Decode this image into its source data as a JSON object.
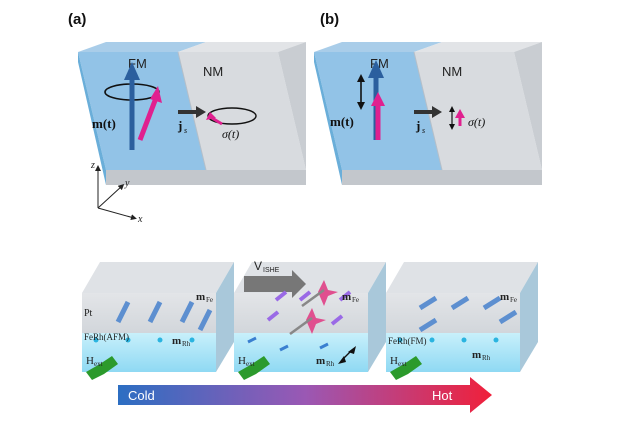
{
  "top": {
    "panel_a": {
      "label": "(a)",
      "fm_label": "FM",
      "nm_label": "NM",
      "m_label": "m(t)",
      "js_label": "j",
      "js_sub": "s",
      "sigma_label": "σ(t)"
    },
    "panel_b": {
      "label": "(b)",
      "fm_label": "FM",
      "nm_label": "NM",
      "m_label": "m(t)",
      "js_label": "j",
      "js_sub": "s",
      "sigma_label": "σ(t)"
    },
    "axes": {
      "z": "z",
      "y": "y",
      "x": "x"
    }
  },
  "bottom": {
    "slab_left": {
      "pt_label": "Pt",
      "ferh_label": "FeRh(AFM)",
      "m_fe_main": "m",
      "m_fe_sub": "Fe",
      "m_rh_main": "m",
      "m_rh_sub": "Rh",
      "h_main": "H",
      "h_sub": "ext"
    },
    "slab_middle": {
      "v_main": "V",
      "v_sub": "ISHE",
      "m_fe_main": "m",
      "m_fe_sub": "Fe",
      "m_rh_main": "m",
      "m_rh_sub": "Rh",
      "h_main": "H",
      "h_sub": "ext"
    },
    "slab_right": {
      "ferh_label": "FeRh(FM)",
      "m_fe_main": "m",
      "m_fe_sub": "Fe",
      "m_rh_main": "m",
      "m_rh_sub": "Rh",
      "h_main": "H",
      "h_sub": "ext"
    },
    "temperature_bar": {
      "cold_label": "Cold",
      "hot_label": "Hot",
      "cold_color": "#2c6ec2",
      "hot_color": "#f0203a"
    }
  },
  "colors": {
    "fm_blue": "#7cb6e2",
    "nm_gray": "#cfd2d6",
    "magenta": "#e0208f",
    "arrow_blue": "#3f78b8",
    "green": "#2c9a2c",
    "cyan_layer": "#a9e3f5"
  }
}
